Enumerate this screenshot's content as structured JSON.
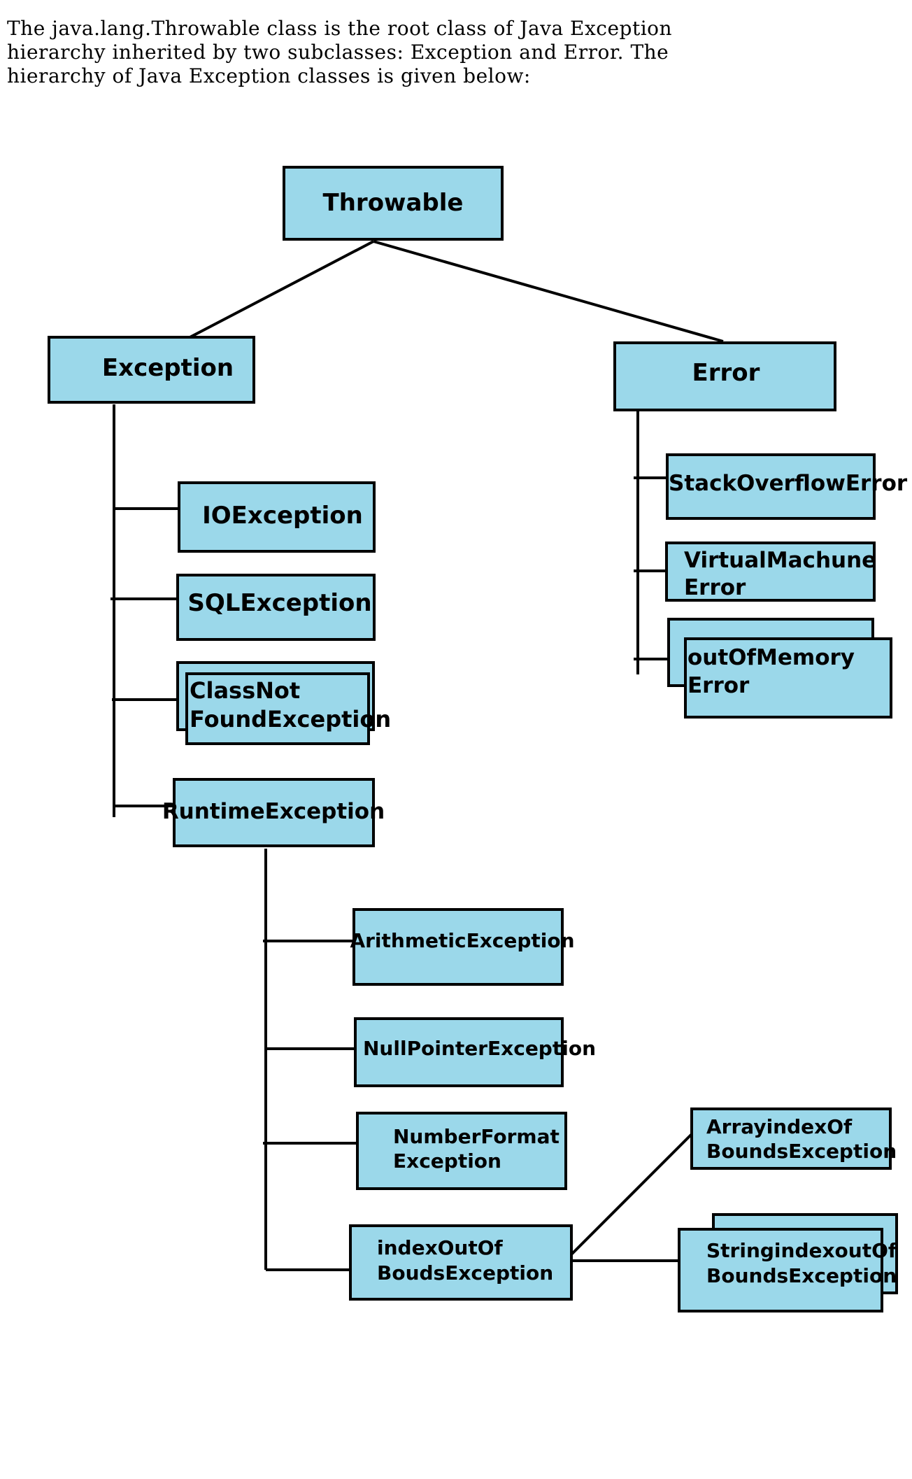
{
  "intro": {
    "line1": "The java.lang.Throwable class is the root class of Java Exception",
    "line2": "hierarchy inherited by two subclasses: Exception and Error. The",
    "line3": "hierarchy of Java Exception classes is given below:"
  },
  "nodes": {
    "throwable": "Throwable",
    "exception": "Exception",
    "error": "Error",
    "io": "IOException",
    "sql": "SQLException",
    "cnf_1": "ClassNot",
    "cnf_2": "FoundException",
    "runtime": "RuntimeException",
    "stackoverflow": "StackOverflowError",
    "vm_1": "VirtualMachune",
    "vm_2": "Error",
    "oom_1": "outOfMemory",
    "oom_2": "Error",
    "arith": "ArithmeticException",
    "npe": "NullPointerException",
    "nfe_1": "NumberFormat",
    "nfe_2": "Exception",
    "ioob_1": "indexOutOf",
    "ioob_2": "BoudsException",
    "aioob_1": "ArrayindexOf",
    "aioob_2": "BoundsException",
    "sioob_1": "StringindexoutOf",
    "sioob_2": "BoundsException"
  },
  "colors": {
    "box_fill": "#9bd8ea",
    "line": "#000000"
  }
}
